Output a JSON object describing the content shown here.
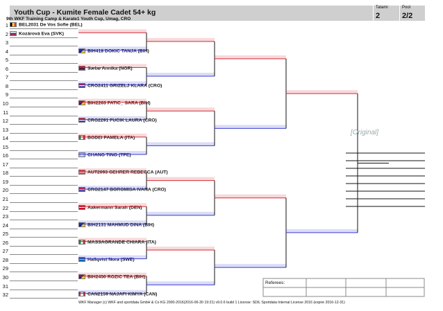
{
  "header": {
    "title": "Youth Cup - Kumite Female Cadet 54+ kg",
    "subtitle": "9th WKF Training Camp & Karate1 Youth Cup, Umag, CRO",
    "tatami_label": "Tatami",
    "tatami_value": "2",
    "pool_label": "Pool",
    "pool_value": "2/2"
  },
  "rows": [
    "1",
    "2",
    "3",
    "4",
    "5",
    "6",
    "7",
    "8",
    "9",
    "10",
    "11",
    "12",
    "13",
    "14",
    "15",
    "16",
    "17",
    "18",
    "19",
    "20",
    "21",
    "22",
    "23",
    "24",
    "25",
    "26",
    "27",
    "28",
    "29",
    "30",
    "31",
    "32"
  ],
  "entries": [
    {
      "label": "BEL2031 De Vos Sofie (BEL)",
      "flag": "bel"
    },
    {
      "label": "Kozárová Eva (SVK)",
      "flag": "svk"
    },
    {
      "label": "BIH418 DOKIC TANJA (BIH)",
      "flag": "bih"
    },
    {
      "label": "Sæbø Annika (NOR)",
      "flag": "nor"
    },
    {
      "label": "CRO2411 GRIZELJ KLARA (CRO)",
      "flag": "cro"
    },
    {
      "label": "BIH2263 FATIC_ SARA (BIH)",
      "flag": "bih"
    },
    {
      "label": "CRO2291 FUCIK LAURA (CRO)",
      "flag": "cro"
    },
    {
      "label": "BODEI PAMELA (ITA)",
      "flag": "ita"
    },
    {
      "label": "CHANG TING (TPE)",
      "flag": "tpe"
    },
    {
      "label": "AUT2093 GEHRER REBECCA (AUT)",
      "flag": "aut"
    },
    {
      "label": "CRO2147 BOROMISA IVANA (CRO)",
      "flag": "cro"
    },
    {
      "label": "Aakermann Sarah (DEN)",
      "flag": "den"
    },
    {
      "label": "BIH2131 MAHMUD DINA (BIH)",
      "flag": "bih"
    },
    {
      "label": "MASSAGRANDE CHIARA (ITA)",
      "flag": "ita"
    },
    {
      "label": "Hallqvist Nora (SWE)",
      "flag": "swe"
    },
    {
      "label": "BIH2450 ROZIC TEA (BIH)",
      "flag": "bih"
    },
    {
      "label": "CAN2159 NAJAFI KIMYA (CAN)",
      "flag": "can"
    }
  ],
  "referees_label": "Referees:",
  "watermark": "[Original]",
  "footer": "WKF Manager (c) WKF and sportdata GmbH & Co KG 2000-2016(2016-06-30 19:21) v9.0.6 build 1 License: SDIL Sportdata Internal License 2016 (expire 2016-12-31)",
  "colors": {
    "red": "#d52b36",
    "blue": "#3a3fd0",
    "header_bg": "#cfcfcf"
  }
}
